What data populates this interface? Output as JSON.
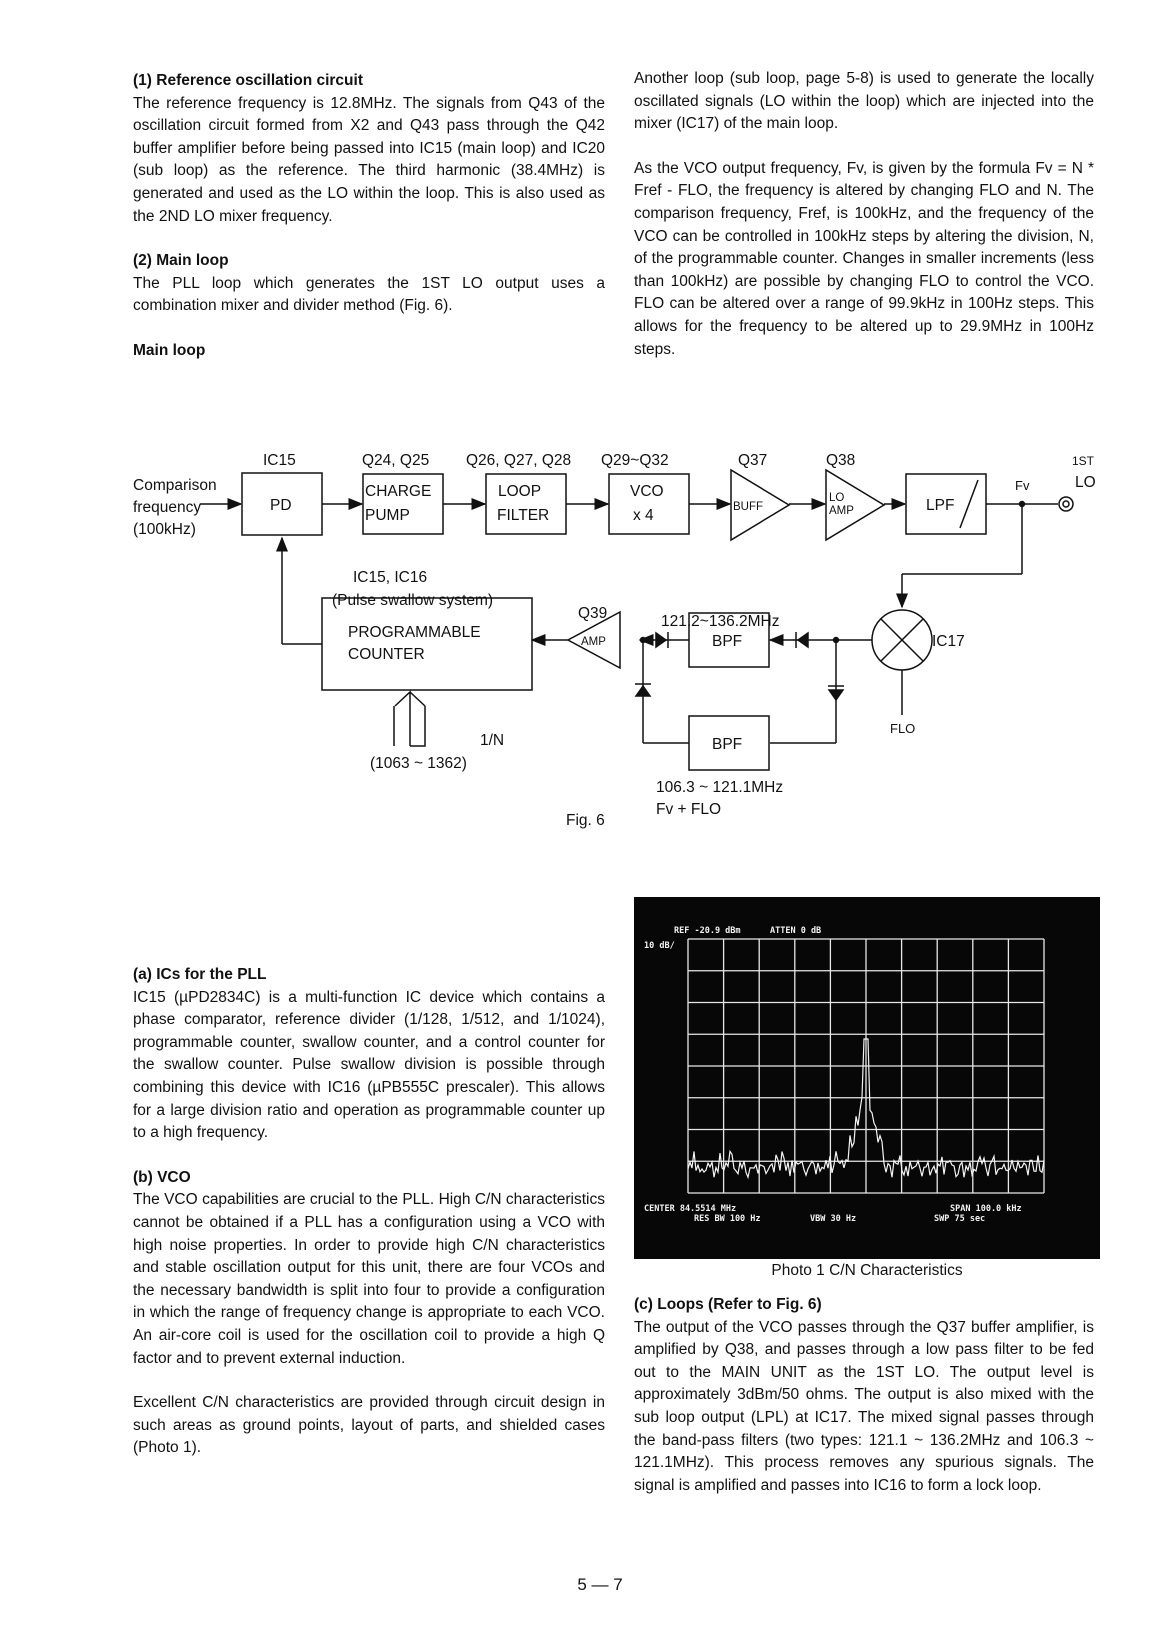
{
  "sections": {
    "ref_osc": {
      "heading": "(1)  Reference oscillation circuit",
      "body": "The reference frequency is 12.8MHz. The signals from Q43 of the oscillation circuit formed from X2 and Q43 pass through the Q42 buffer amplifier before being passed into IC15 (main loop) and IC20 (sub loop) as the reference. The third harmonic (38.4MHz) is generated and used as the LO within the loop. This is also used as the 2ND LO mixer frequency."
    },
    "main_loop": {
      "heading": "(2)  Main loop",
      "body": "The PLL loop which generates the 1ST LO output uses a combination mixer and divider method (Fig. 6)."
    },
    "main_loop_label": "Main loop",
    "sub_loop_text": "Another loop (sub loop, page 5-8) is used to generate the locally oscillated signals (LO within the loop) which are injected into the mixer (IC17) of the main loop.",
    "vco_formula_text": "As the VCO output frequency, Fv, is given by the formula Fv = N * Fref - FLO, the frequency is altered by changing FLO and N. The comparison frequency, Fref, is 100kHz, and the frequency of the VCO can be controlled in 100kHz steps by altering the division, N, of the programmable counter. Changes in smaller increments (less than 100kHz) are possible by changing FLO to control the VCO. FLO can be altered over a range of 99.9kHz in 100Hz steps. This allows for the frequency to be altered up to 29.9MHz in 100Hz steps.",
    "ics_pll": {
      "heading": "(a)  ICs for the PLL",
      "body": "IC15 (µPD2834C) is a multi-function IC device which contains a phase comparator, reference divider (1/128, 1/512, and 1/1024), programmable counter, swallow counter, and a control counter for the swallow counter. Pulse swallow division is possible through combining this device with IC16 (µPB555C prescaler). This allows for a large division ratio and operation as programmable counter up to a high frequency."
    },
    "vco": {
      "heading": "(b)  VCO",
      "body": "The VCO capabilities are crucial to the PLL. High C/N characteristics cannot be obtained if a PLL has a configuration using a VCO with high noise properties. In order to provide high C/N characteristics and stable oscillation output for this unit, there are four VCOs and the necessary bandwidth is split into four to provide a configuration in which the range of frequency change is appropriate to each VCO. An air-core coil is used for the oscillation coil to provide a high Q factor and to prevent external induction.",
      "body2": "Excellent C/N characteristics are provided through circuit design in such areas as ground points, layout of parts, and shielded cases (Photo 1)."
    },
    "loops": {
      "heading": "(c)  Loops (Refer to Fig. 6)",
      "body": "The output of the VCO passes through the Q37 buffer amplifier, is amplified by Q38, and passes through a low pass filter to be fed out to the MAIN UNIT as the 1ST LO. The output level is approximately 3dBm/50 ohms. The output is also mixed with the sub loop output (LPL) at IC17. The mixed signal passes through the band-pass filters (two types: 121.1 ~ 136.2MHz and 106.3 ~ 121.1MHz). This process removes any spurious signals. The signal is amplified and passes into IC16 to form a lock loop."
    }
  },
  "diagram": {
    "labels": {
      "ic15": "IC15",
      "q24": "Q24, Q25",
      "q26": "Q26, Q27, Q28",
      "q29": "Q29~Q32",
      "q37": "Q37",
      "q38": "Q38",
      "first_lo_a": "1ST",
      "first_lo_b": "LO",
      "comparison": "Comparison",
      "frequency": "frequency",
      "freq100": "(100kHz)",
      "pd": "PD",
      "charge": "CHARGE",
      "pump": "PUMP",
      "loop": "LOOP",
      "filter": "FILTER",
      "vco": "VCO",
      "x4": "x 4",
      "buff": "BUFF",
      "lo_amp_a": "LO",
      "lo_amp_b": "AMP",
      "lpf": "LPF",
      "fv": "Fv",
      "ic1516": "IC15, IC16",
      "pulse": "(Pulse swallow system)",
      "q39": "Q39",
      "range1": "121.2~136.2MHz",
      "ic17": "IC17",
      "prog_a": "PROGRAMMABLE",
      "prog_b": "COUNTER",
      "amp": "AMP",
      "bpf1": "BPF",
      "bpf2": "BPF",
      "one_n": "1/N",
      "n_range": "(1063 ~ 1362)",
      "flo": "FLO",
      "range2": "106.3 ~ 121.1MHz",
      "fv_flo": "Fv + FLO",
      "fig": "Fig. 6"
    }
  },
  "photo": {
    "ref": "REF -20.9 dBm",
    "atten": "ATTEN 0 dB",
    "scale": "10 dB/",
    "center": "CENTER 84.5514 MHz",
    "res_bw": "RES BW 100 Hz",
    "vbw": "VBW 30 Hz",
    "span": "SPAN 100.0 kHz",
    "swp": "SWP 75 sec",
    "caption": "Photo 1    C/N Characteristics"
  },
  "page_number": "5 — 7"
}
